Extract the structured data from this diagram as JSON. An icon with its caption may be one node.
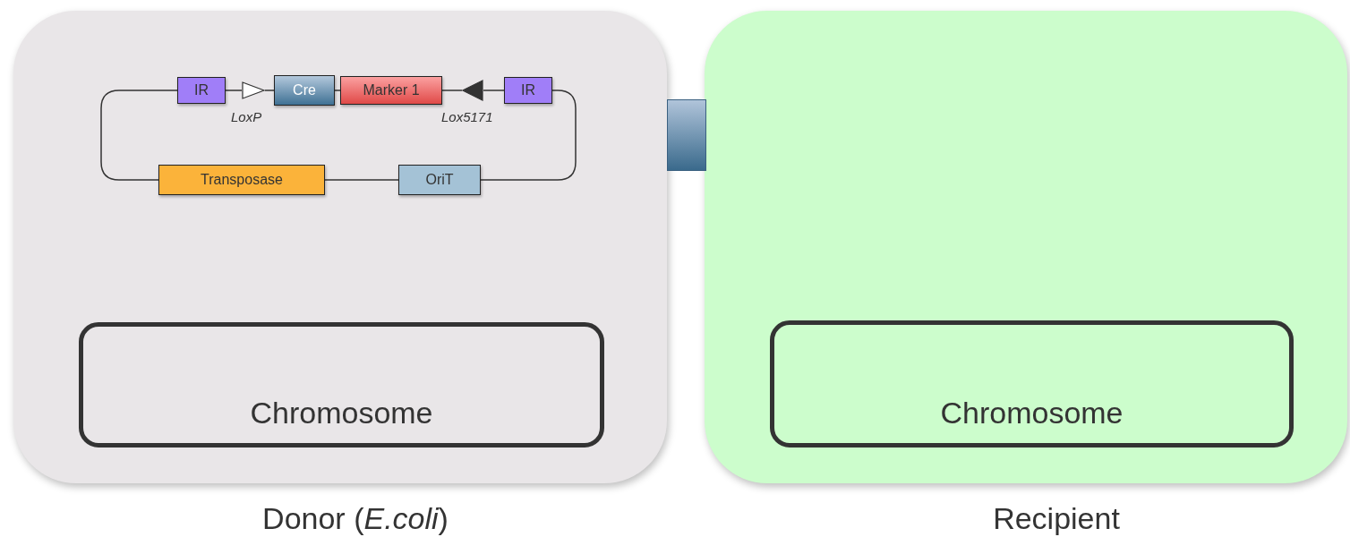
{
  "diagram": {
    "nodes": [
      {
        "text": [
          "Donor (*E.coli*)"
        ]
      },
      {
        "text": [
          "IR"
        ],
        "in": 0
      },
      {
        "text": [],
        "shape": "triangle",
        "beside": [
          "LoxP"
        ],
        "in": 0
      },
      {
        "text": [
          "Cre"
        ],
        "in": 0
      },
      {
        "text": [
          "Marker 1"
        ],
        "in": 0
      },
      {
        "text": [],
        "shape": "triangle",
        "beside": [
          "Lox5171"
        ],
        "in": 0
      },
      {
        "text": [
          "IR"
        ],
        "in": 0
      },
      {
        "text": [
          "Transposase"
        ],
        "in": 0
      },
      {
        "text": [
          "OriT"
        ],
        "in": 0
      },
      {
        "text": [
          "Chromosome"
        ],
        "in": 0
      },
      {
        "text": [],
        "shape": "box"
      },
      {
        "text": [
          "Recipient"
        ]
      },
      {
        "text": [
          "Chromosome"
        ],
        "in": 11
      }
    ],
    "edges": [
      {
        "from": 1,
        "to": 2,
        "arrow": "none"
      },
      {
        "from": 2,
        "to": 3,
        "arrow": "none"
      },
      {
        "from": 3,
        "to": 4,
        "arrow": "none"
      },
      {
        "from": 4,
        "to": 5,
        "arrow": "none"
      },
      {
        "from": 5,
        "to": 6,
        "arrow": "none"
      },
      {
        "from": 6,
        "to": 8,
        "arrow": "none"
      },
      {
        "from": 8,
        "to": 7,
        "arrow": "none"
      },
      {
        "from": 7,
        "to": 1,
        "arrow": "none"
      }
    ]
  }
}
